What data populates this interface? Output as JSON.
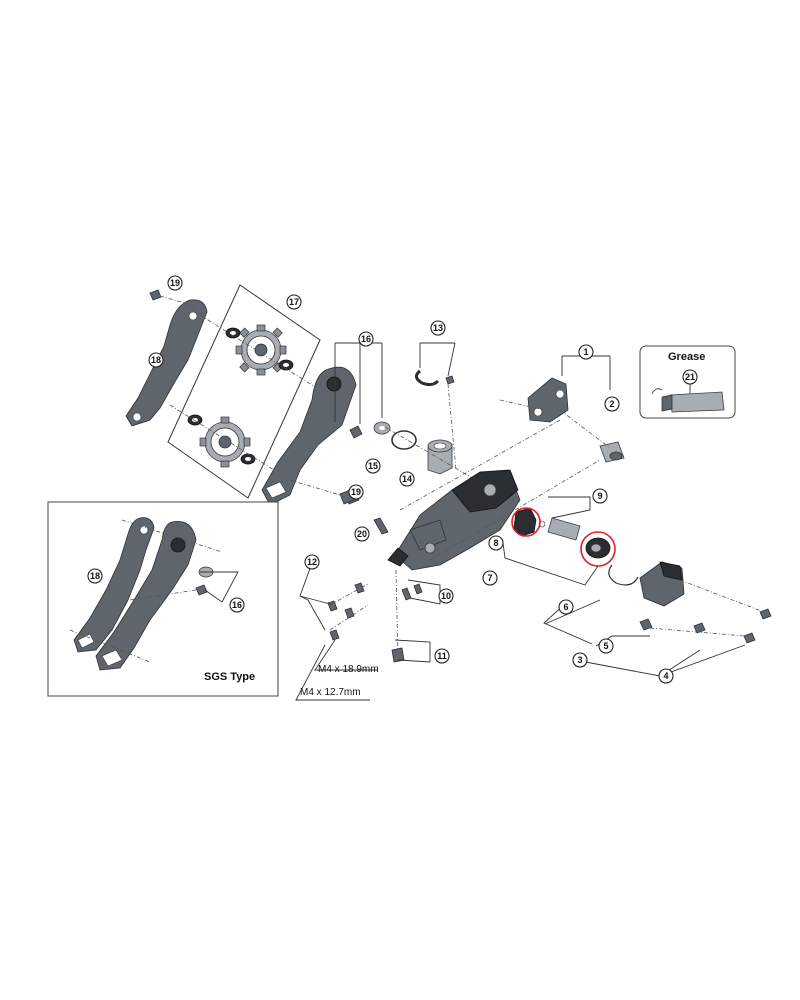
{
  "callouts": [
    "1",
    "2",
    "3",
    "4",
    "5",
    "6",
    "7",
    "8",
    "9",
    "10",
    "11",
    "12",
    "13",
    "14",
    "15",
    "16",
    "17",
    "18",
    "19",
    "20",
    "21"
  ],
  "callout_16b": "16",
  "callout_18b": "18",
  "callout_19b": "19",
  "inset": {
    "title": "SGS Type"
  },
  "grease": {
    "title": "Grease"
  },
  "dimensions": {
    "bolt_long": "M4 x 18.9mm",
    "bolt_short": "M4 x 12.7mm"
  },
  "colors": {
    "highlight": "#e0212b",
    "part": "#5f656c",
    "part_dark": "#2a2d31"
  }
}
